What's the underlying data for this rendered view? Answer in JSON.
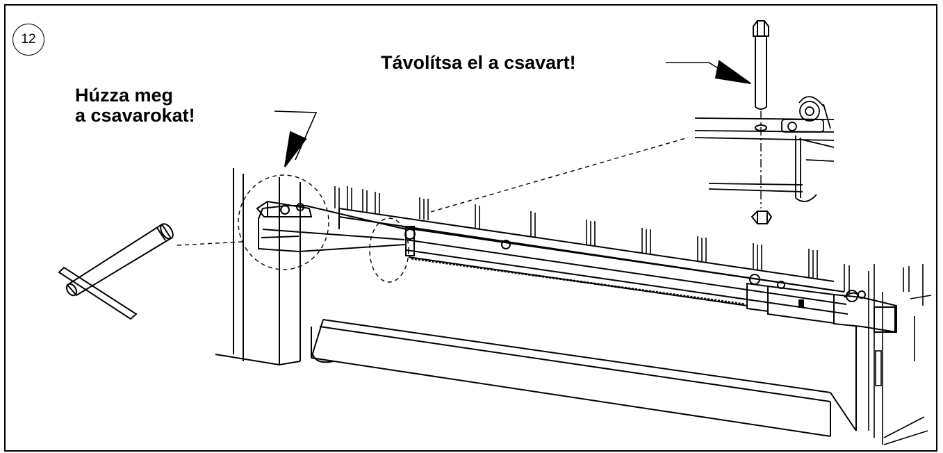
{
  "figure": {
    "step_number": "12",
    "callouts": {
      "remove_bolt": "Távolítsa el a csavart!",
      "tighten_line1": "Húzza meg",
      "tighten_line2": "a csavarokat!"
    }
  },
  "colors": {
    "line": "#000000",
    "background": "#ffffff"
  }
}
